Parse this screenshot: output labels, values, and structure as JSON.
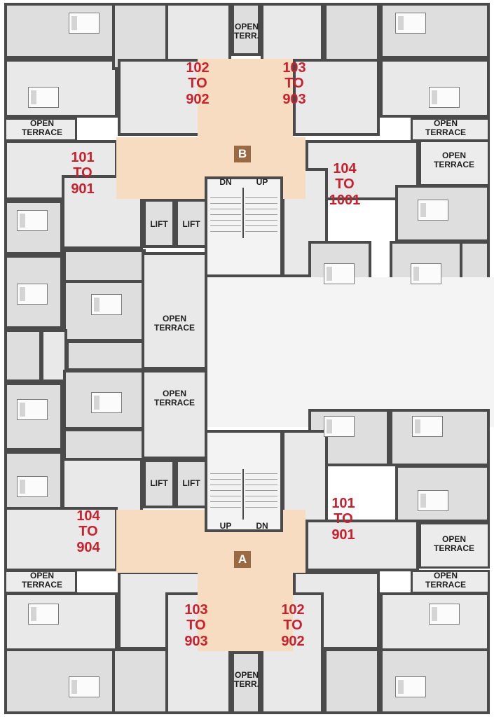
{
  "labels": {
    "open_terr": "OPEN\nTERR.",
    "open_terrace": "OPEN\nTERRACE",
    "lift": "LIFT",
    "dn": "DN",
    "up": "UP"
  },
  "blocks": {
    "a": "A",
    "b": "B"
  },
  "units": {
    "b_101": "101\nTO\n901",
    "b_102": "102\nTO\n902",
    "b_103": "103\nTO\n903",
    "b_104": "104\nTO\n1001",
    "a_101": "101\nTO\n901",
    "a_102": "102\nTO\n902",
    "a_103": "103\nTO\n903",
    "a_104": "104\nTO\n904"
  },
  "colors": {
    "lobby": "#f7dcc2",
    "room": "#dedede",
    "wall": "#4a4a4a",
    "unit_number": "#c8202c",
    "block_badge": "#9a6a44"
  }
}
